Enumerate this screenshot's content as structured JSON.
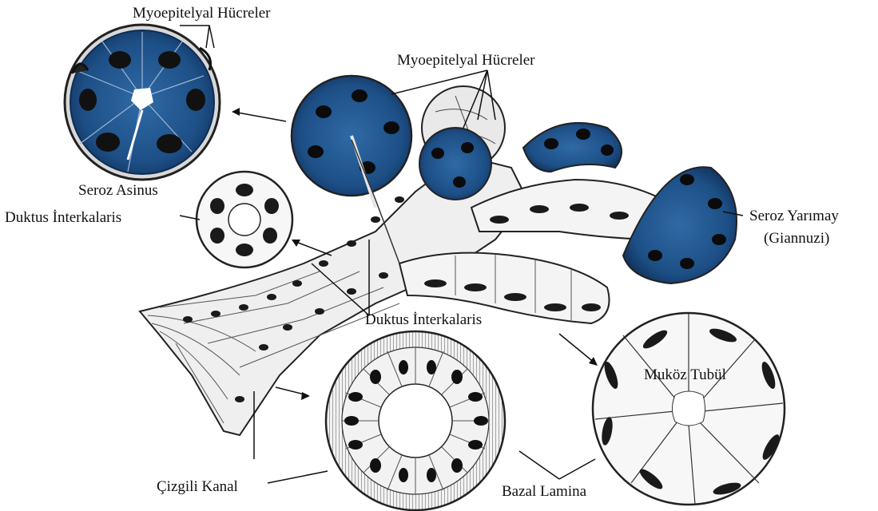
{
  "labels": {
    "myoepithelial_top_left": "Myoepitelyal Hücreler",
    "myoepithelial_top_center": "Myoepitelyal Hücreler",
    "serous_acinus": "Seroz Asinus",
    "intercalated_duct_left": "Duktus İnterkalaris",
    "intercalated_duct_center": "Duktus İnterkalaris",
    "serous_demilune_line1": "Seroz Yarımay",
    "serous_demilune_line2": "(Giannuzi)",
    "mucous_tubule": "Muköz Tubül",
    "striated_duct": "Çizgili Kanal",
    "basal_lamina": "Bazal Lamina"
  },
  "colors": {
    "serous_blue": "#1d4f86",
    "serous_dark": "#0f2d55",
    "nucleus": "#1a1a1a",
    "line": "#222222",
    "mucous_fill": "#f4f4f4"
  }
}
